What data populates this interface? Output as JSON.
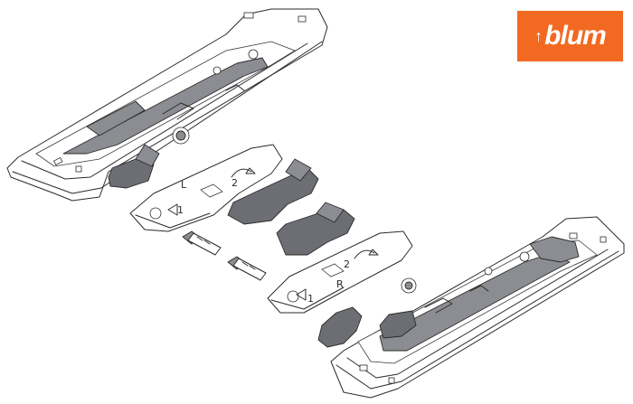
{
  "brand": {
    "logo_text": "blum",
    "logo_mark_icon": "blum-logo-arrow-icon",
    "accent_color": "#f26a21"
  },
  "annotations": {
    "left_plate_letter": "L",
    "left_plate_step": "2",
    "left_plate_arrow": "1",
    "right_plate_letter": "R",
    "right_plate_step": "2",
    "right_plate_arrow": "1"
  }
}
